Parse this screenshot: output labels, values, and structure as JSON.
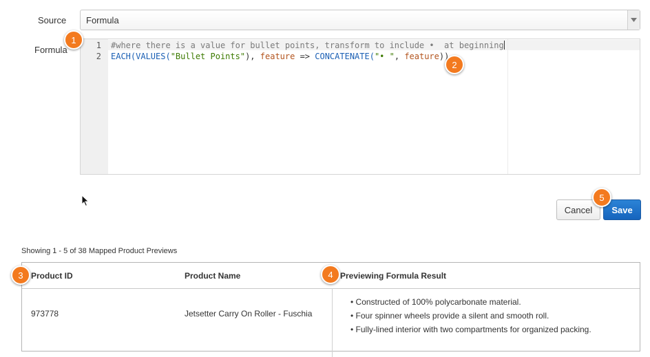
{
  "form": {
    "source_label": "Source",
    "source_value": "Formula",
    "formula_label": "Formula"
  },
  "editor": {
    "line_numbers": [
      "1",
      "2"
    ],
    "line1_comment": "#where there is a value for bullet points, transform to include •  at beginning",
    "line2": {
      "t1": "EACH(VALUES(",
      "t2": "\"Bullet Points\"",
      "t3": "), ",
      "t4": "feature",
      "t5": " => ",
      "t6": "CONCATENATE(",
      "t7": "\"• \"",
      "t8": ", ",
      "t9": "feature",
      "t10": "))"
    }
  },
  "actions": {
    "cancel_label": "Cancel",
    "save_label": "Save"
  },
  "preview": {
    "showing_text": "Showing 1 - 5 of 38 Mapped Product Previews",
    "headers": {
      "product_id": "Product ID",
      "product_name": "Product Name",
      "formula_result": "Previewing Formula Result"
    },
    "rows": [
      {
        "product_id": "973778",
        "product_name": "Jetsetter Carry On Roller - Fuschia",
        "bullets": [
          "• Constructed of 100% polycarbonate material.",
          "• Four spinner wheels provide a silent and smooth roll.",
          "• Fully-lined interior with two compartments for organized packing."
        ]
      }
    ]
  },
  "callouts": [
    "1",
    "2",
    "3",
    "4",
    "5"
  ],
  "colors": {
    "callout": "#f37a1f",
    "save_button": "#1664bd"
  }
}
